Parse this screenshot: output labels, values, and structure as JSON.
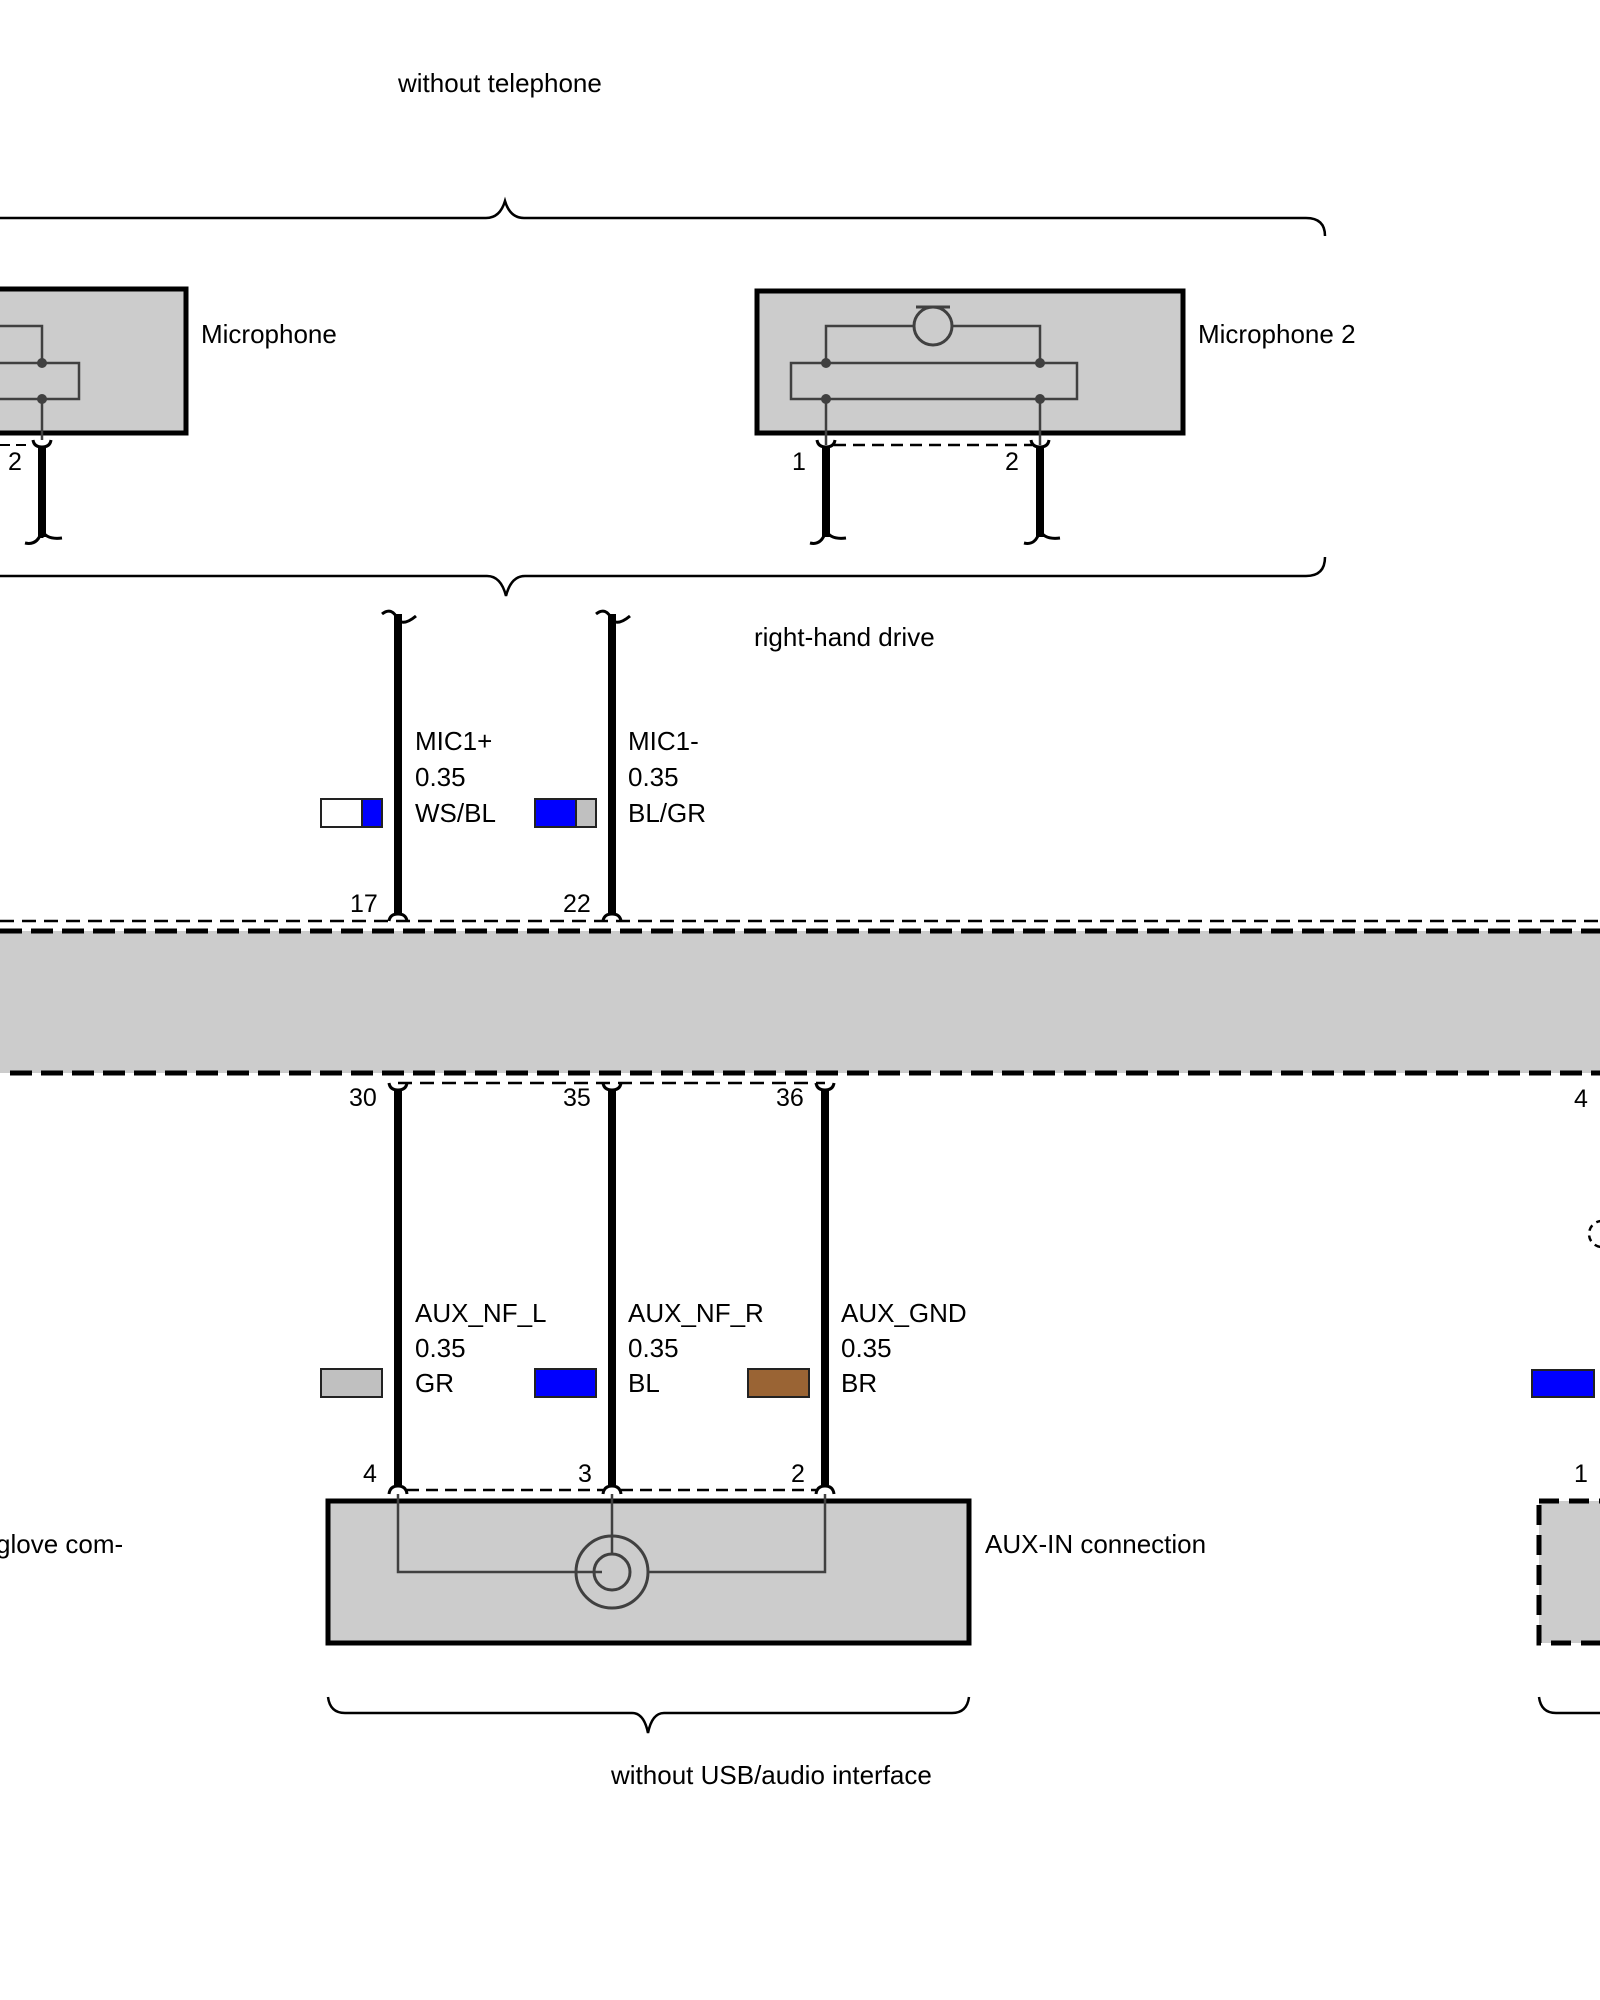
{
  "variant_labels": {
    "without_telephone": "without telephone",
    "right_hand_drive": "right-hand drive",
    "without_usb_audio_interface": "without USB/audio interface"
  },
  "components": {
    "microphone": {
      "label": "Microphone",
      "pins": [
        "2"
      ]
    },
    "microphone_2": {
      "label": "Microphone 2",
      "pins": [
        "1",
        "2"
      ]
    },
    "aux_in": {
      "label": "AUX-IN connection",
      "pins": [
        "4",
        "3",
        "2"
      ]
    },
    "glovebox_text": "glove com-",
    "right_connector": {
      "pin_top": "4",
      "pin_bottom": "1",
      "wire_color": "#0000ff"
    }
  },
  "control_unit": {
    "top_pins": [
      "17",
      "22"
    ],
    "bottom_pins": [
      "30",
      "35",
      "36"
    ]
  },
  "wires": [
    {
      "pin": "17",
      "signal": "MIC1+",
      "gauge": "0.35",
      "color_code": "WS/BL",
      "colors": [
        "#ffffff",
        "#0000ff"
      ]
    },
    {
      "pin": "22",
      "signal": "MIC1-",
      "gauge": "0.35",
      "color_code": "BL/GR",
      "colors": [
        "#0000ff",
        "#c0c0c0"
      ]
    },
    {
      "pin": "30",
      "signal": "AUX_NF_L",
      "gauge": "0.35",
      "color_code": "GR",
      "colors": [
        "#c0c0c0"
      ]
    },
    {
      "pin": "35",
      "signal": "AUX_NF_R",
      "gauge": "0.35",
      "color_code": "BL",
      "colors": [
        "#0000ff"
      ]
    },
    {
      "pin": "36",
      "signal": "AUX_GND",
      "gauge": "0.35",
      "color_code": "BR",
      "colors": [
        "#9a6434"
      ]
    }
  ],
  "colors": {
    "component_fill": "#cccccc",
    "inner_line": "#404040"
  }
}
